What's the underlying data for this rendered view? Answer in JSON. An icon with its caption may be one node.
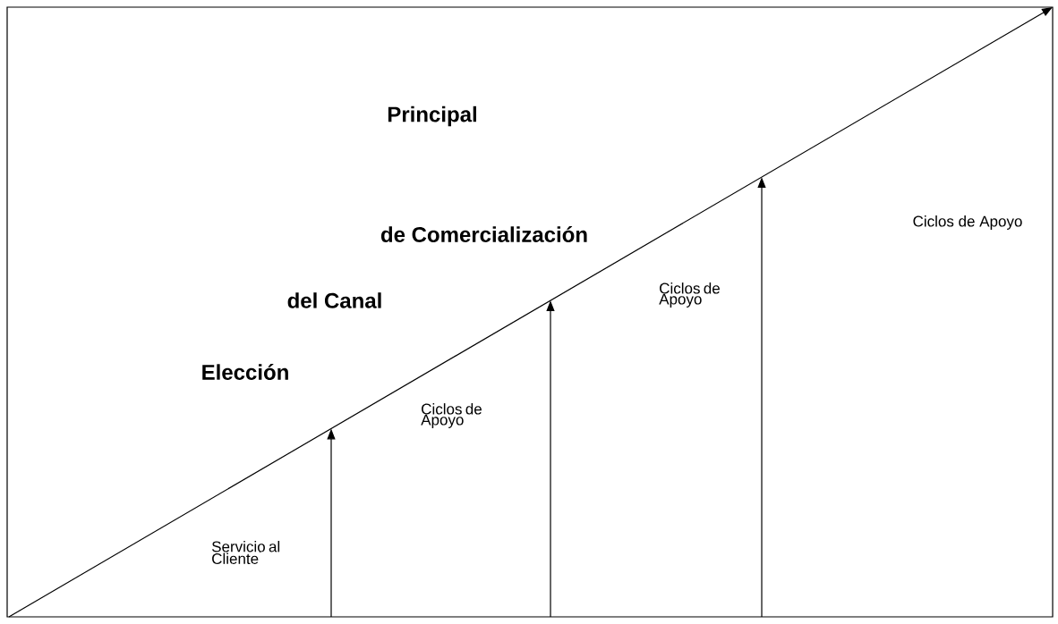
{
  "diagram": {
    "labels": [
      "Principal",
      "Ciclos de Apoyo",
      "de Comercialización",
      "Ciclos de Apoyo",
      "del Canal",
      "Elección",
      "Ciclos de Apoyo",
      "Servicio al Cliente"
    ]
  }
}
